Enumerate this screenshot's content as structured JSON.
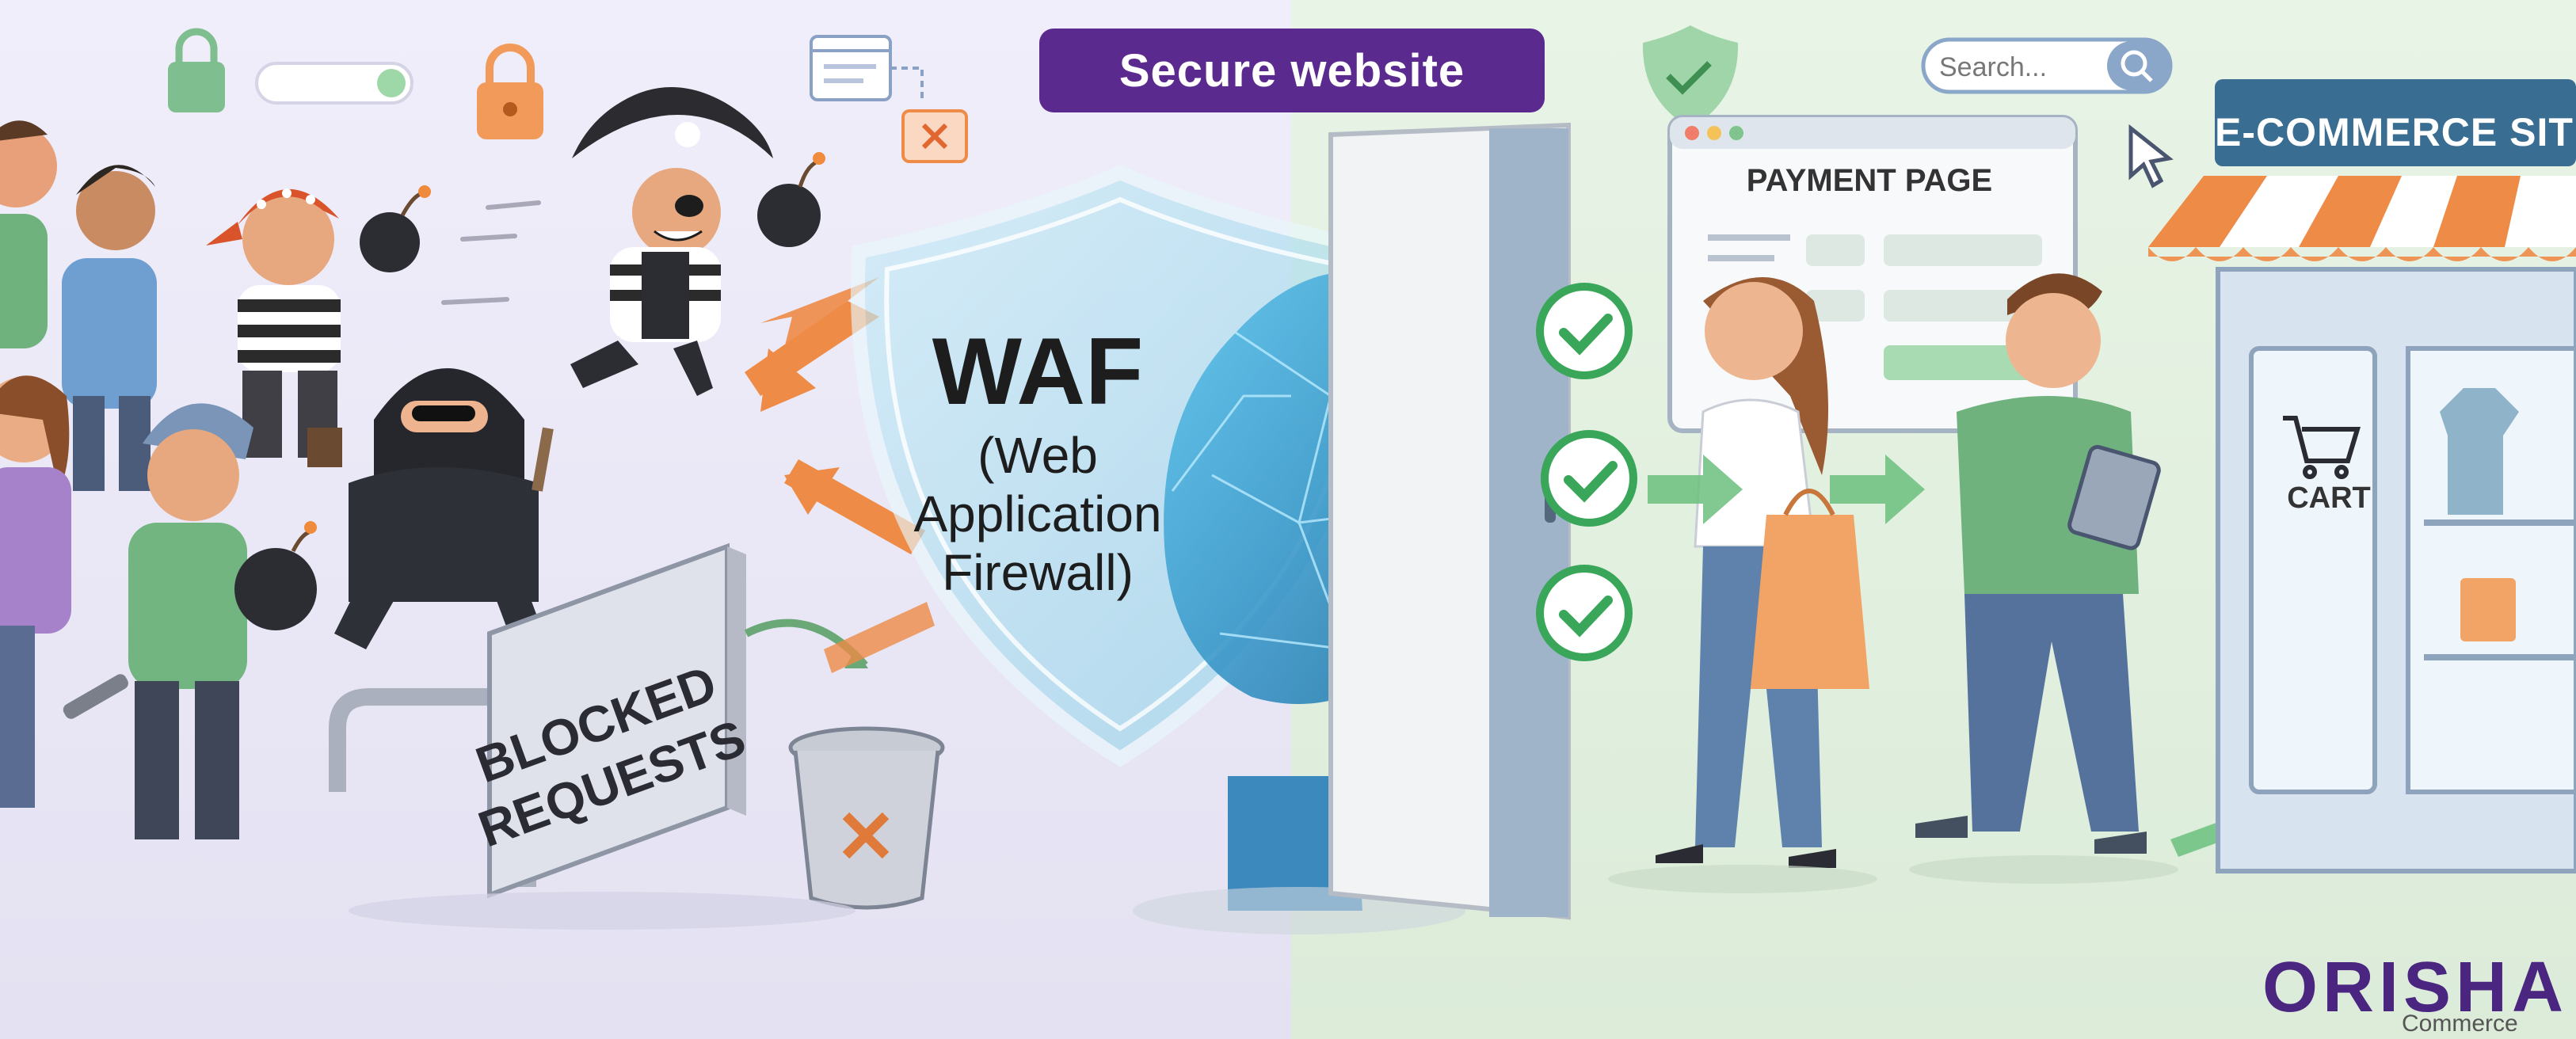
{
  "header": {
    "title": "Secure website"
  },
  "waf": {
    "title": "WAF",
    "subtitle": "(Web Application Firewall)"
  },
  "left_scene": {
    "sign_label": "BLOCKED REQUESTS"
  },
  "right_scene": {
    "store_sign": "E-COMMERCE SITE",
    "payment_page_title": "PAYMENT PAGE",
    "cart_label": "CART",
    "search_placeholder": "Search..."
  },
  "brand": {
    "name": "ORISHA",
    "tagline": "Commerce"
  },
  "colors": {
    "left_background": "#ebe9f7",
    "right_background": "#e3f1e2",
    "title_pill": "#5a2a8f",
    "shield": "#a9dcef",
    "arrow_orange": "#ee8b46",
    "check_green": "#3aa65a",
    "brand_purple": "#4b2680",
    "store_sign": "#3a6d92"
  },
  "icons": [
    "lock-icon",
    "toggle-icon",
    "browser-window-icon",
    "bomb-icon",
    "skull-flag-icon",
    "shield-check-icon",
    "search-icon",
    "cursor-icon",
    "checkmark-icon",
    "shopping-cart-icon",
    "trash-bin-icon",
    "x-icon",
    "arrow-icon"
  ]
}
